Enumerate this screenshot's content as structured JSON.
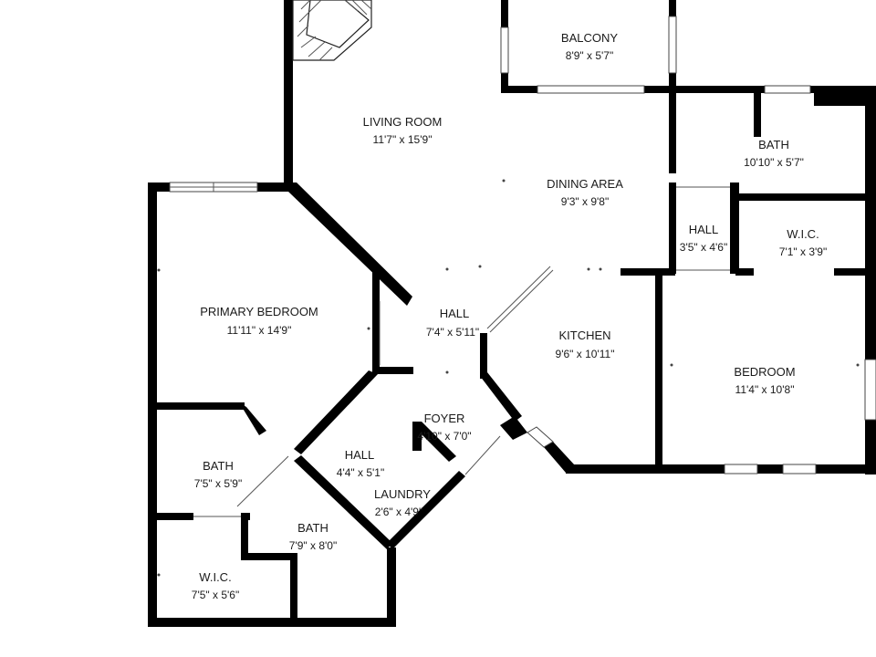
{
  "rooms": [
    {
      "id": "balcony",
      "name": "BALCONY",
      "dims": "8'9\" x 5'7\""
    },
    {
      "id": "living-room",
      "name": "LIVING ROOM",
      "dims": "11'7\" x 15'9\""
    },
    {
      "id": "dining-area",
      "name": "DINING AREA",
      "dims": "9'3\" x 9'8\""
    },
    {
      "id": "bath-upper",
      "name": "BATH",
      "dims": "10'10\" x 5'7\""
    },
    {
      "id": "hall-small",
      "name": "HALL",
      "dims": "3'5\" x 4'6\""
    },
    {
      "id": "wic-upper",
      "name": "W.I.C.",
      "dims": "7'1\" x 3'9\""
    },
    {
      "id": "primary-bedroom",
      "name": "PRIMARY BEDROOM",
      "dims": "11'11\" x 14'9\""
    },
    {
      "id": "hall-center",
      "name": "HALL",
      "dims": "7'4\" x 5'11\""
    },
    {
      "id": "kitchen",
      "name": "KITCHEN",
      "dims": "9'6\" x 10'11\""
    },
    {
      "id": "bedroom",
      "name": "BEDROOM",
      "dims": "11'4\" x 10'8\""
    },
    {
      "id": "foyer",
      "name": "FOYER",
      "dims": "4'10\" x 7'0\""
    },
    {
      "id": "bath-left",
      "name": "BATH",
      "dims": "7'5\" x 5'9\""
    },
    {
      "id": "hall-lower",
      "name": "HALL",
      "dims": "4'4\" x 5'1\""
    },
    {
      "id": "laundry",
      "name": "LAUNDRY",
      "dims": "2'6\" x 4'9\""
    },
    {
      "id": "bath-lower",
      "name": "BATH",
      "dims": "7'9\" x 8'0\""
    },
    {
      "id": "wic-lower",
      "name": "W.I.C.",
      "dims": "7'5\" x 5'6\""
    }
  ],
  "colors": {
    "wall": "#000000",
    "background": "#ffffff",
    "text": "#1a1a1a"
  }
}
